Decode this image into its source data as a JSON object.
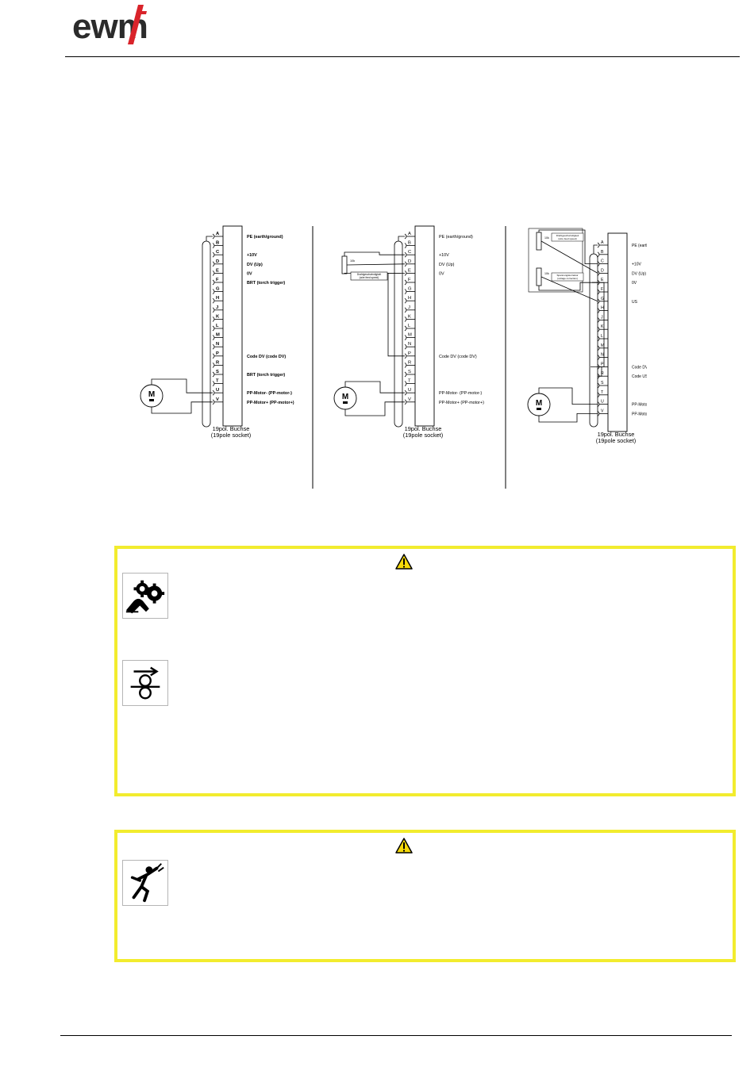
{
  "header": {
    "logo_text": "ewm"
  },
  "diagrams": {
    "left": {
      "pins": [
        "A",
        "B",
        "C",
        "D",
        "E",
        "F",
        "G",
        "H",
        "J",
        "K",
        "L",
        "M",
        "N",
        "P",
        "R",
        "S",
        "T",
        "U",
        "V"
      ],
      "labels": [
        {
          "pin": "A",
          "text": "PE (earth/ground)"
        },
        {
          "pin": "C",
          "text": "+10V"
        },
        {
          "pin": "D",
          "text": "DV (Up)"
        },
        {
          "pin": "E",
          "text": "0V"
        },
        {
          "pin": "F",
          "text": "BRT (torch trigger)"
        },
        {
          "pin": "P",
          "text": "Code DV (code DV)"
        },
        {
          "pin": "S",
          "text": "BRT (torch trigger)"
        },
        {
          "pin": "U",
          "text": "PP-Motor- (PP-motor-)"
        },
        {
          "pin": "V",
          "text": "PP-Motor+ (PP-motor+)"
        }
      ],
      "socket_line1": "19pol. Buchse",
      "socket_line2": "(19pole socket)",
      "motor_label": "M"
    },
    "middle": {
      "pins": [
        "A",
        "B",
        "C",
        "D",
        "E",
        "F",
        "G",
        "H",
        "J",
        "K",
        "L",
        "M",
        "N",
        "P",
        "R",
        "S",
        "T",
        "U",
        "V"
      ],
      "labels": [
        {
          "pin": "A",
          "text": "PE (earth/ground)"
        },
        {
          "pin": "C",
          "text": "+10V"
        },
        {
          "pin": "D",
          "text": "DV (Up)"
        },
        {
          "pin": "E",
          "text": "0V"
        },
        {
          "pin": "P",
          "text": "Code DV (code DV)"
        },
        {
          "pin": "U",
          "text": "PP-Motor- (PP-motor-)"
        },
        {
          "pin": "V",
          "text": "PP-Motor+ (PP-motor+)"
        }
      ],
      "pot_label1": "Drahtgeschwindigkeit",
      "pot_label2": "(wire feed speed)",
      "pot_value": "10k",
      "socket_line1": "19pol. Buchse",
      "socket_line2": "(19pole socket)",
      "motor_label": "M"
    },
    "right": {
      "pins": [
        "A",
        "B",
        "C",
        "D",
        "E",
        "F",
        "G",
        "H",
        "J",
        "K",
        "L",
        "M",
        "N",
        "P",
        "R",
        "S",
        "T",
        "U",
        "V"
      ],
      "labels": [
        {
          "pin": "A",
          "text": "PE (earth/ground)"
        },
        {
          "pin": "C",
          "text": "+10V"
        },
        {
          "pin": "D",
          "text": "DV (Up)"
        },
        {
          "pin": "E",
          "text": "0V"
        },
        {
          "pin": "G",
          "text": "US"
        },
        {
          "pin": "P",
          "text": "Code DV (code DV)"
        },
        {
          "pin": "R",
          "text": "Code US (code US)"
        },
        {
          "pin": "U",
          "text": "PP-Motor+ (PP-motor-)"
        },
        {
          "pin": "V",
          "text": "PP-Motor+ (PP-motor+)"
        }
      ],
      "pot1_label1": "Drahtgeschwindigkeit",
      "pot1_label2": "(wire feed speed)",
      "pot2_label1": "Spannungskorrektur",
      "pot2_label2": "(voltage correction)",
      "pot_value": "10k",
      "socket_line1": "19pol. Buchse",
      "socket_line2": "(19pole socket)",
      "motor_label": "M"
    }
  },
  "warning_boxes": {
    "box1": {
      "icons": [
        "crushing-gears-icon",
        "wire-feed-rolls-icon"
      ]
    },
    "box2": {
      "icons": [
        "electric-shock-icon"
      ]
    }
  },
  "colors": {
    "warning_border": "#f2ec2e",
    "warning_triangle": "#f5d90a"
  }
}
